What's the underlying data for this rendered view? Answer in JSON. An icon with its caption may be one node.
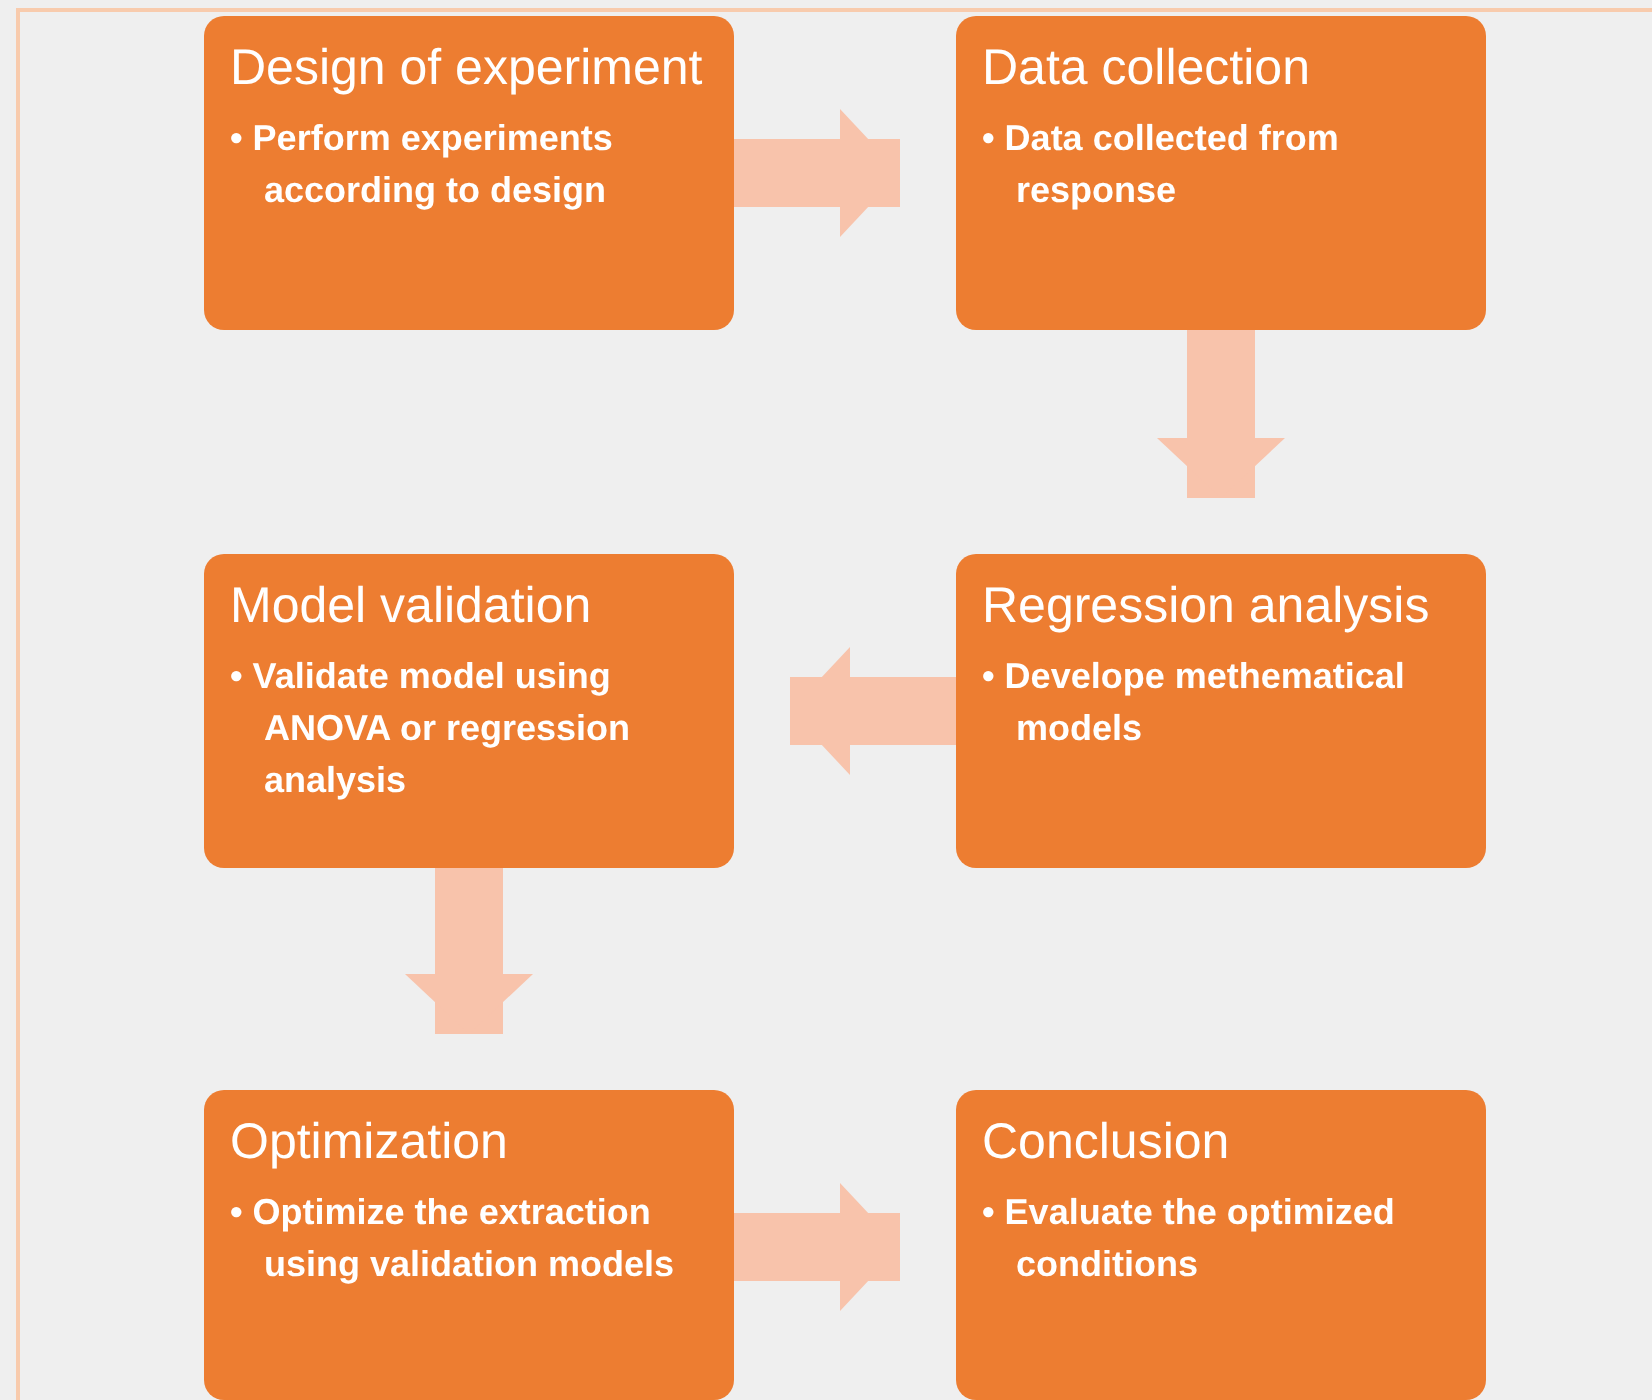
{
  "diagram": {
    "nodes": [
      {
        "text": [
          "Design of experiment",
          "• Perform experiments according to design"
        ]
      },
      {
        "text": [
          "Data collection",
          "• Data collected from response"
        ]
      },
      {
        "text": [
          "Model validation",
          "• Validate model using ANOVA or regression analysis"
        ]
      },
      {
        "text": [
          "Regression analysis",
          "• Develope methematical models"
        ]
      },
      {
        "text": [
          "Optimization",
          "• Optimize the extraction using validation models"
        ]
      },
      {
        "text": [
          "Conclusion",
          "• Evaluate the optimized conditions"
        ]
      }
    ],
    "edges": [
      {
        "from": 0,
        "to": 1,
        "arrow": "to"
      },
      {
        "from": 1,
        "to": 3,
        "arrow": "to"
      },
      {
        "from": 3,
        "to": 2,
        "arrow": "to"
      },
      {
        "from": 2,
        "to": 4,
        "arrow": "to"
      },
      {
        "from": 4,
        "to": 5,
        "arrow": "to"
      }
    ]
  }
}
